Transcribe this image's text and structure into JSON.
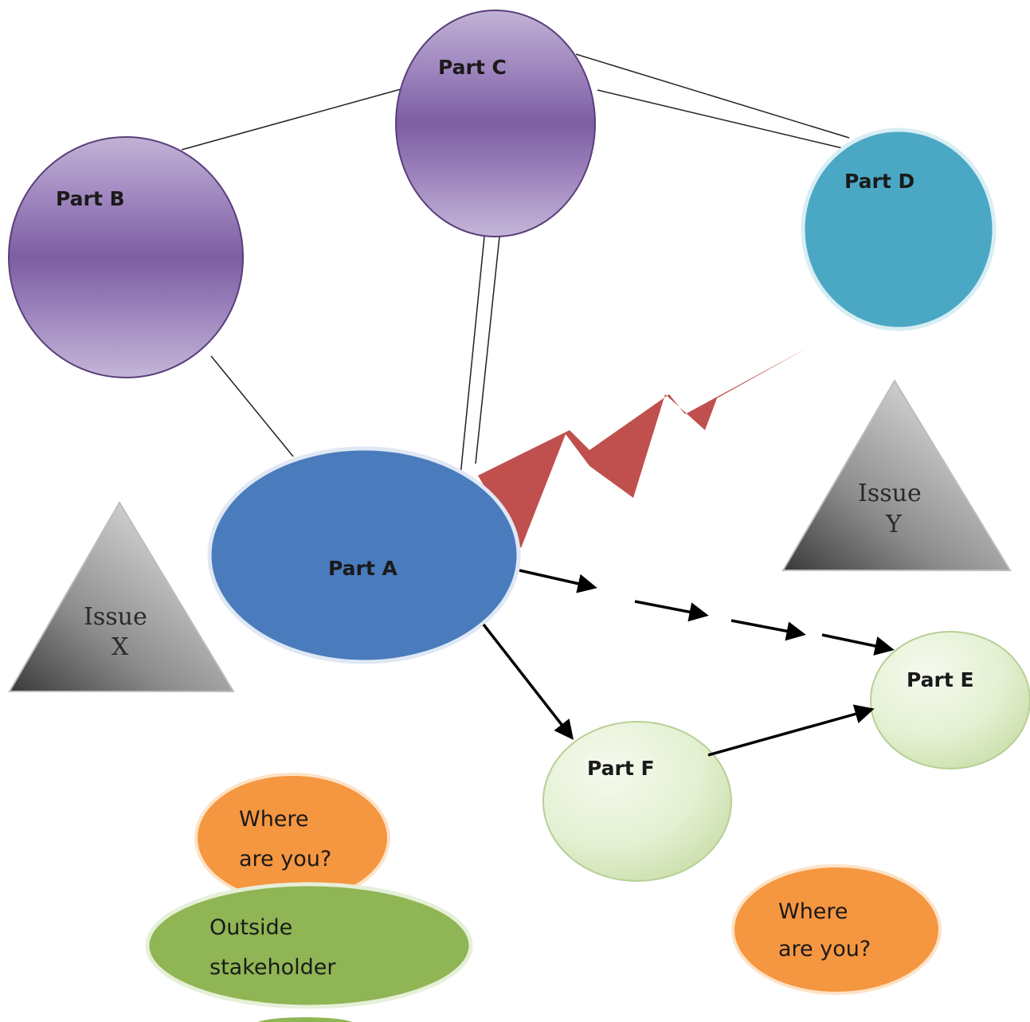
{
  "nodes": {
    "part_a": "Part A",
    "part_b": "Part B",
    "part_c": "Part C",
    "part_d": "Part D",
    "part_e": "Part E",
    "part_f": "Part F"
  },
  "issues": {
    "x": {
      "line1": "Issue",
      "line2": "X"
    },
    "y": {
      "line1": "Issue",
      "line2": "Y"
    }
  },
  "callouts": {
    "where_left": {
      "line1": "Where",
      "line2": "are you?"
    },
    "where_right": {
      "line1": "Where",
      "line2": "are you?"
    },
    "stakeholder": {
      "line1": "Outside",
      "line2": "stakeholder"
    }
  },
  "colors": {
    "purple": "#8a6aa8",
    "teal": "#4aa8c4",
    "blue": "#4a7bbd",
    "green_light": "#dcebc2",
    "orange": "#f59640",
    "green": "#8fb554",
    "conflict_red": "#c0504d",
    "gray": "#8c8c8c"
  }
}
